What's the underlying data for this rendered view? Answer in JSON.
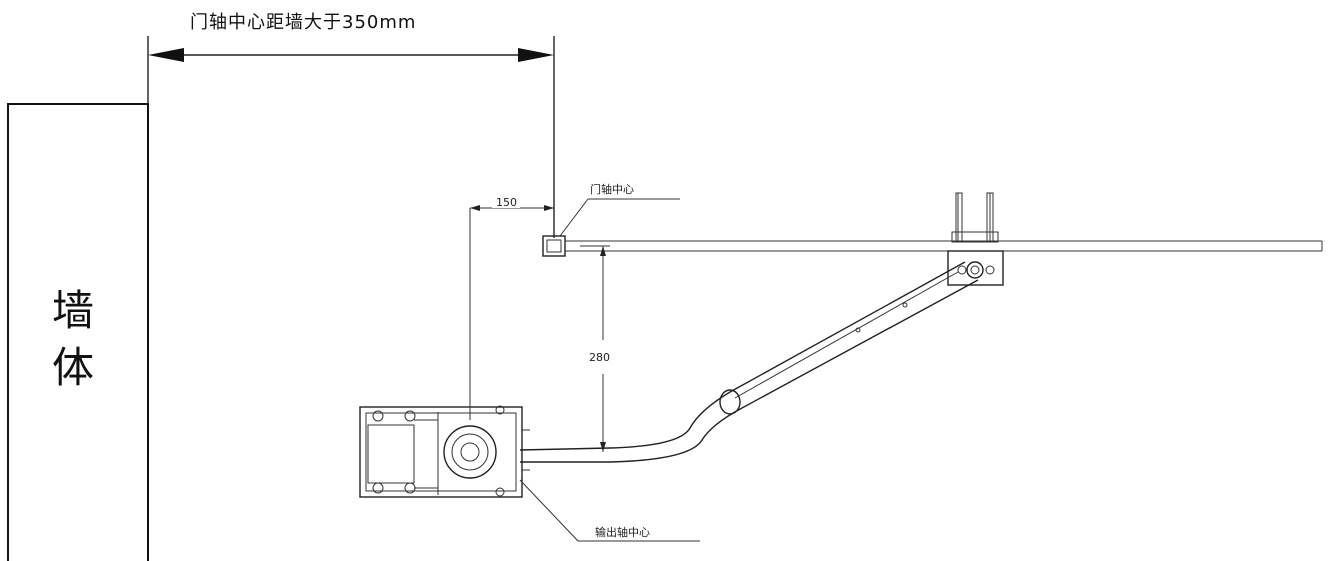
{
  "top_dimension": {
    "label": "门轴中心距墙大于350mm"
  },
  "wall": {
    "label_line1": "墙",
    "label_line2": "体"
  },
  "door_axis": {
    "label": "门轴中心"
  },
  "output_shaft": {
    "label": "输出轴中心"
  },
  "horizontal_offset": {
    "label": "150"
  },
  "vertical_offset": {
    "label": "280"
  },
  "colors": {
    "line": "#222222",
    "background": "#ffffff"
  }
}
